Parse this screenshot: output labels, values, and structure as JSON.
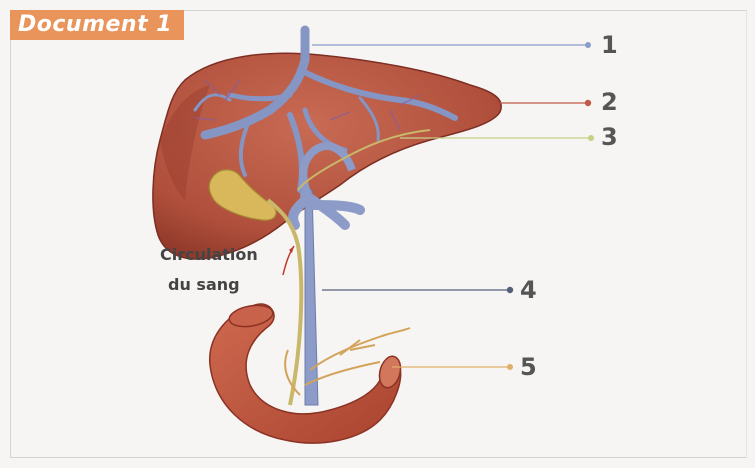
{
  "document_title": "Document 1",
  "caption": {
    "line1": "Circulation",
    "line2": "du sang"
  },
  "labels": [
    "1",
    "2",
    "3",
    "4",
    "5"
  ],
  "colors": {
    "liver": "#b5513d",
    "liver_dark": "#8e3427",
    "vein": "#7f93c2",
    "gallbladder": "#d8b85a",
    "duct": "#c9b76a",
    "intestine": "#c0573f",
    "tag": "#e9945b"
  }
}
